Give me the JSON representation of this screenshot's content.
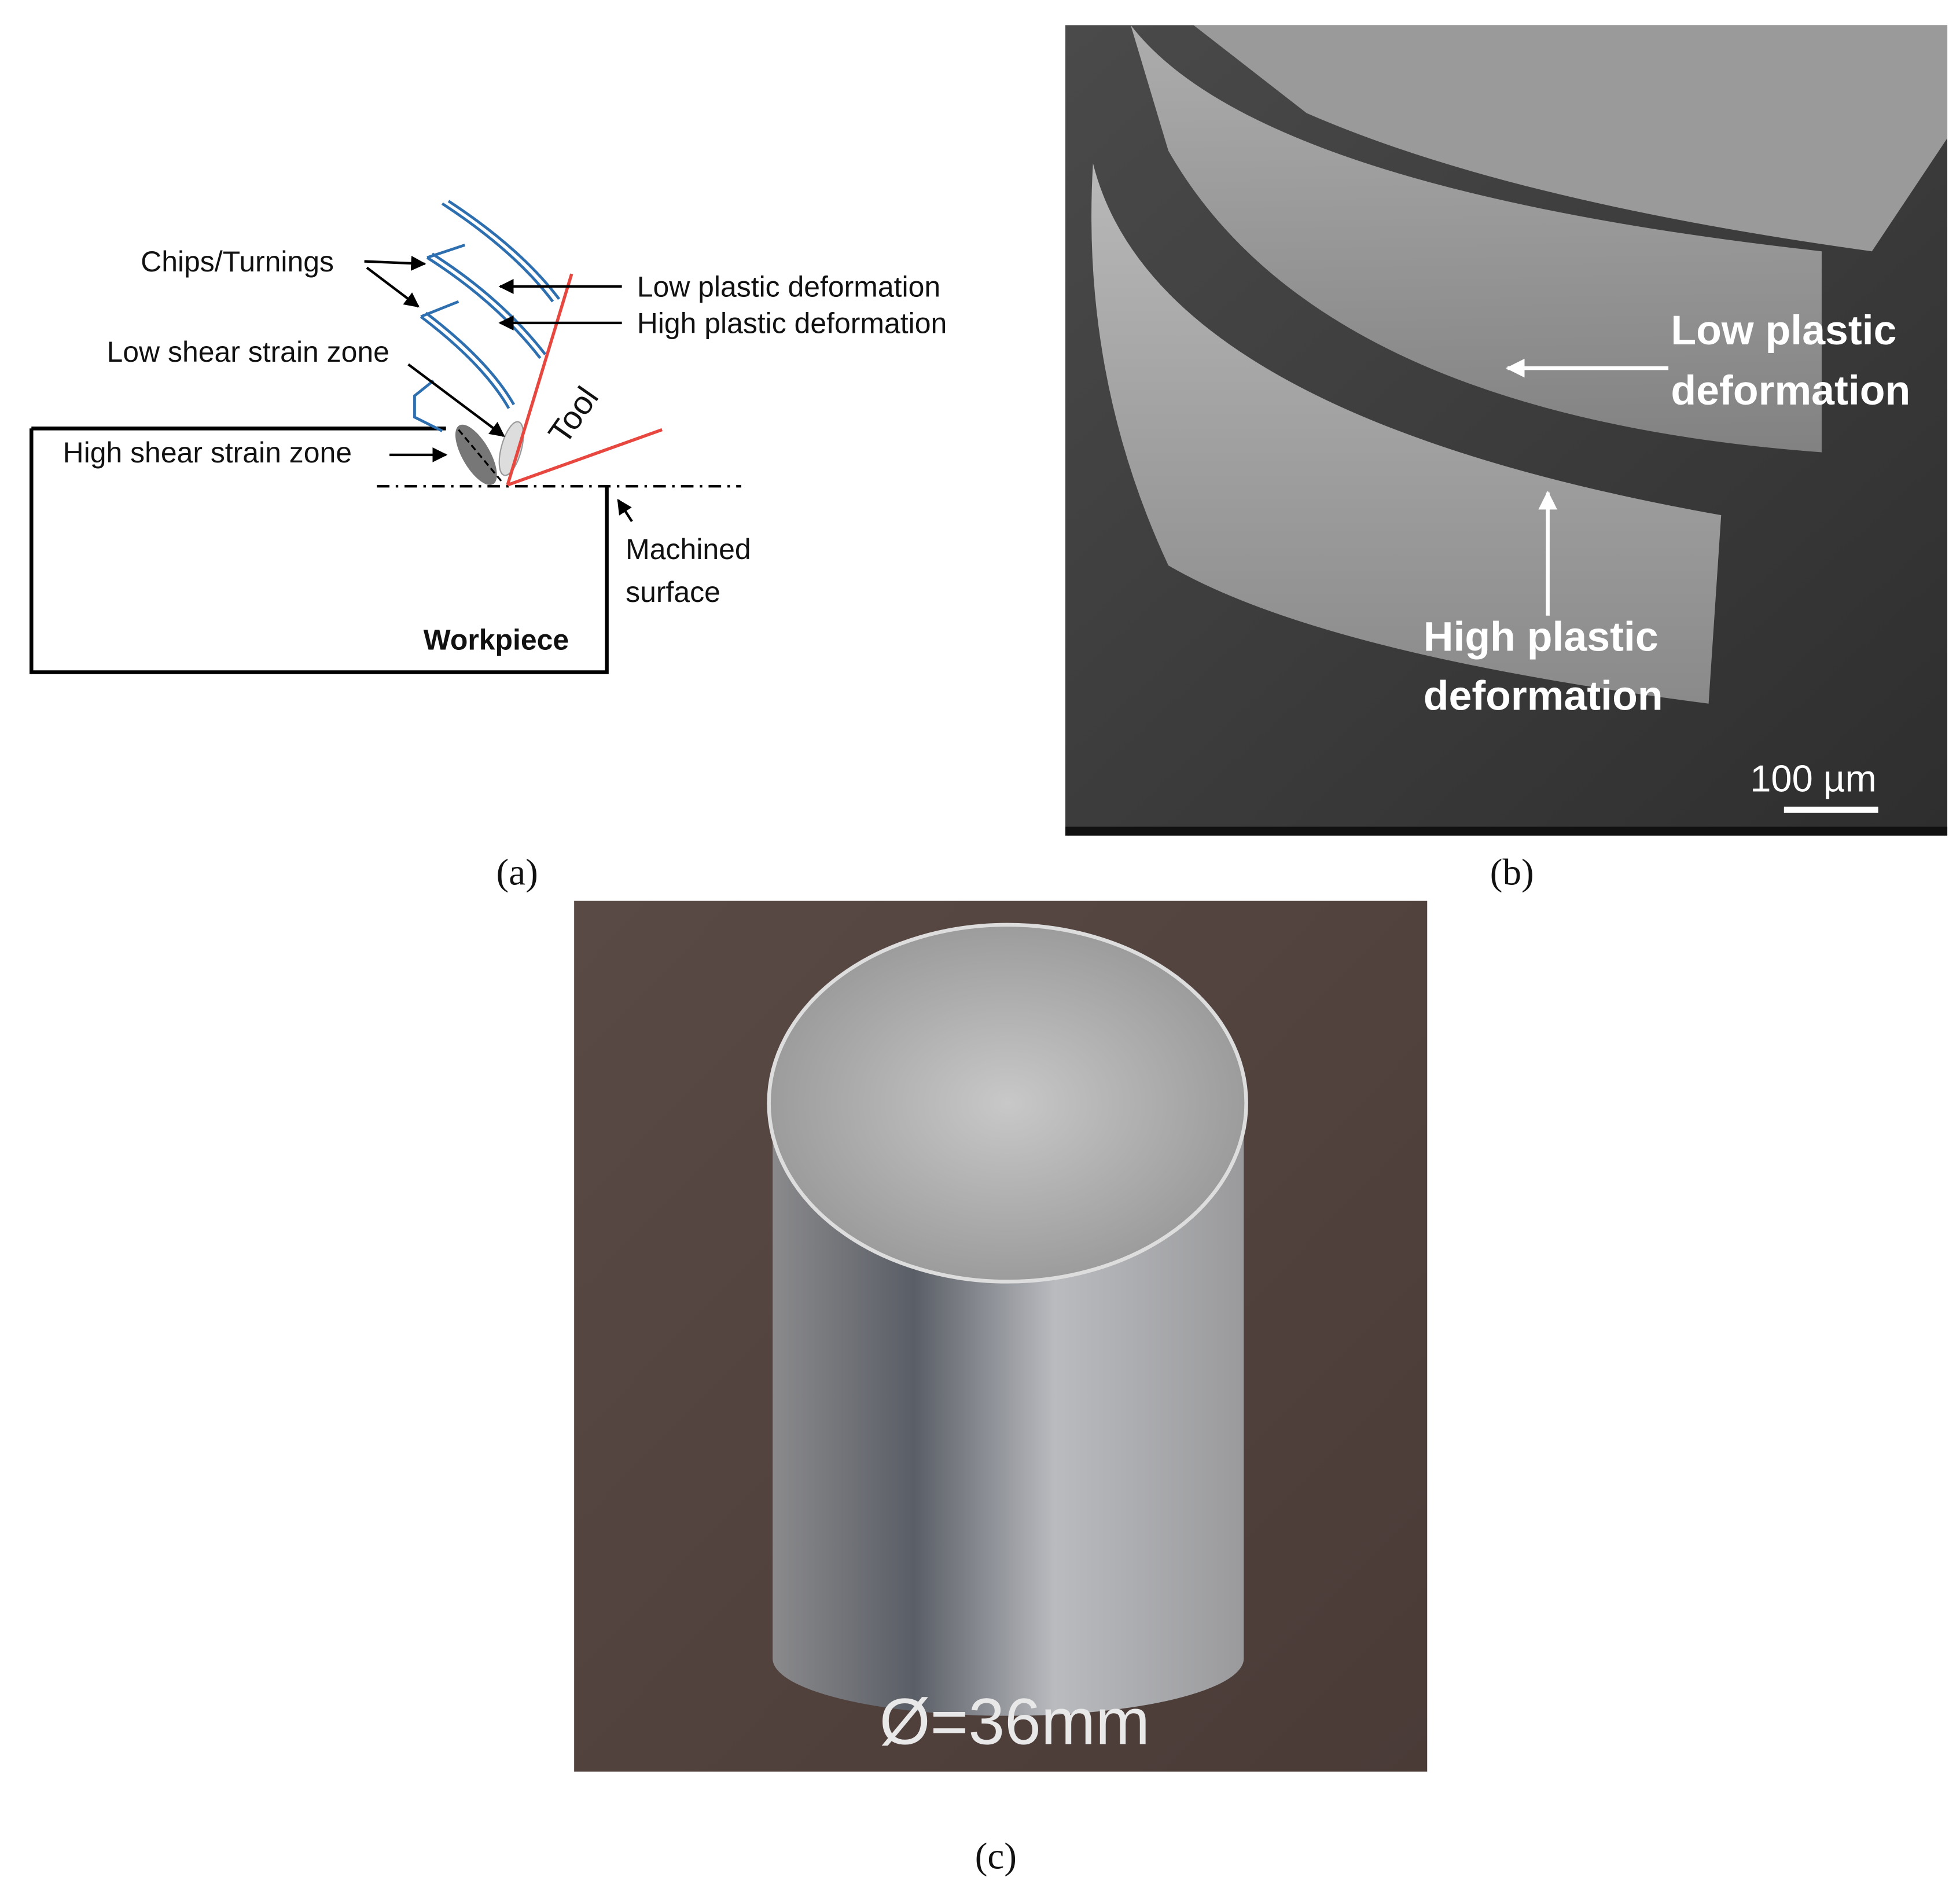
{
  "panel_a": {
    "caption": "(a)",
    "labels": {
      "chips": "Chips/Turnings",
      "low_plastic": "Low plastic deformation",
      "high_plastic": "High plastic deformation",
      "low_shear": "Low shear strain zone",
      "high_shear": "High shear strain zone",
      "tool": "Tool",
      "machined_1": "Machined",
      "machined_2": "surface",
      "workpiece": "Workpiece"
    },
    "colors": {
      "chip": "#2e6fb0",
      "tool": "#e8473f"
    }
  },
  "panel_b": {
    "caption": "(b)",
    "low_1": "Low plastic",
    "low_2": "deformation",
    "high_1": "High plastic",
    "high_2": "deformation",
    "scale": "100 µm"
  },
  "panel_c": {
    "caption": "(c)",
    "diameter": "Ø=36mm"
  }
}
